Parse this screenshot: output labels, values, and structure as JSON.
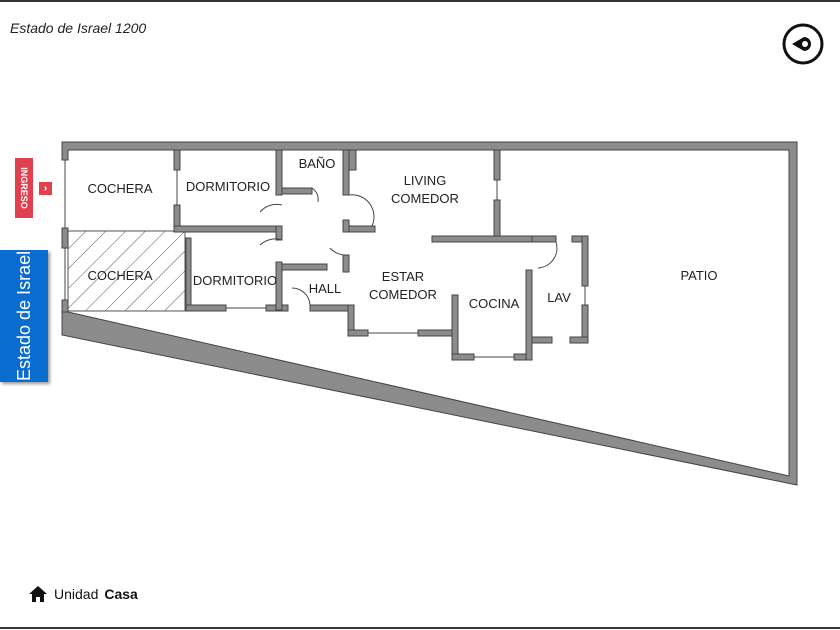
{
  "header": {
    "address": "Estado de Israel 1200"
  },
  "street_label": "Estado de Israel",
  "entrance_label": "INGRESO",
  "rooms": {
    "cochera1": "COCHERA",
    "cochera2": "COCHERA",
    "dormitorio1": "DORMITORIO",
    "dormitorio2": "DORMITORIO",
    "bano": "BAÑO",
    "living1": "LIVING",
    "living2": "COMEDOR",
    "hall": "HALL",
    "estar1": "ESTAR",
    "estar2": "COMEDOR",
    "cocina": "COCINA",
    "lav": "LAV",
    "patio": "PATIO"
  },
  "footer": {
    "unit_label": "Unidad",
    "unit_value": "Casa"
  },
  "colors": {
    "wall": "#8c8c8c",
    "street": "#0a6ccf",
    "entrance": "#e0404f"
  }
}
